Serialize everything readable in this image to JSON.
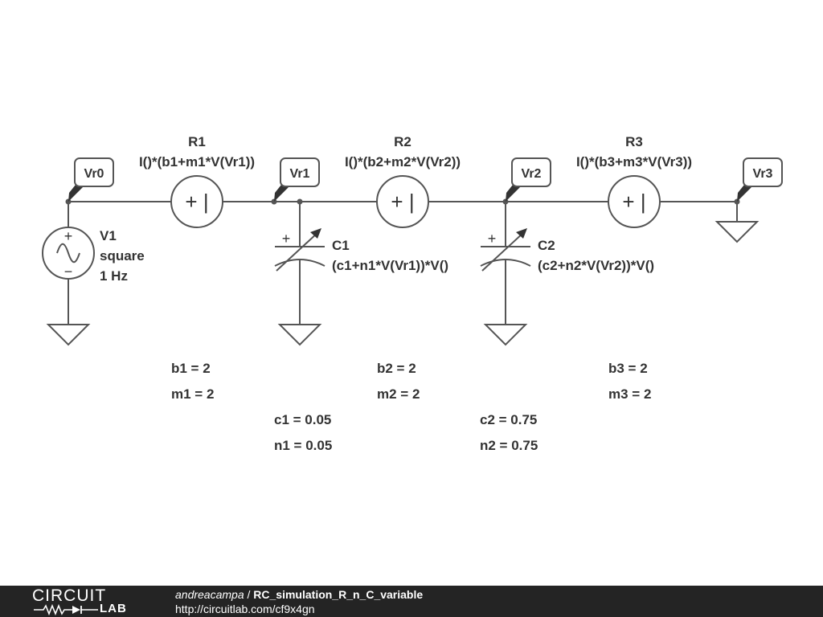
{
  "components": {
    "R1": {
      "name": "R1",
      "expr": "I()*(b1+m1*V(Vr1))"
    },
    "R2": {
      "name": "R2",
      "expr": "I()*(b2+m2*V(Vr2))"
    },
    "R3": {
      "name": "R3",
      "expr": "I()*(b3+m3*V(Vr3))"
    },
    "V1": {
      "name": "V1",
      "type": "square",
      "freq": "1 Hz"
    },
    "C1": {
      "name": "C1",
      "expr": "(c1+n1*V(Vr1))*V()"
    },
    "C2": {
      "name": "C2",
      "expr": "(c2+n2*V(Vr2))*V()"
    }
  },
  "probes": {
    "vr0": "Vr0",
    "vr1": "Vr1",
    "vr2": "Vr2",
    "vr3": "Vr3"
  },
  "symbols": {
    "plus": "+",
    "minus": "−",
    "source_plus_minus": "+ |"
  },
  "params": {
    "b1": "b1 = 2",
    "m1": "m1 = 2",
    "b2": "b2 = 2",
    "m2": "m2 = 2",
    "b3": "b3 = 2",
    "m3": "m3 = 2",
    "c1": "c1 = 0.05",
    "n1": "n1 = 0.05",
    "c2": "c2 = 0.75",
    "n2": "n2 = 0.75"
  },
  "footer": {
    "logo_top": "CIRCUIT",
    "logo_bottom": "LAB",
    "author": "andreacampa",
    "separator": " / ",
    "title": "RC_simulation_R_n_C_variable",
    "url": "http://circuitlab.com/cf9x4gn"
  },
  "colors": {
    "wire": "#555555",
    "text": "#333333",
    "footer_bg": "#242424"
  }
}
